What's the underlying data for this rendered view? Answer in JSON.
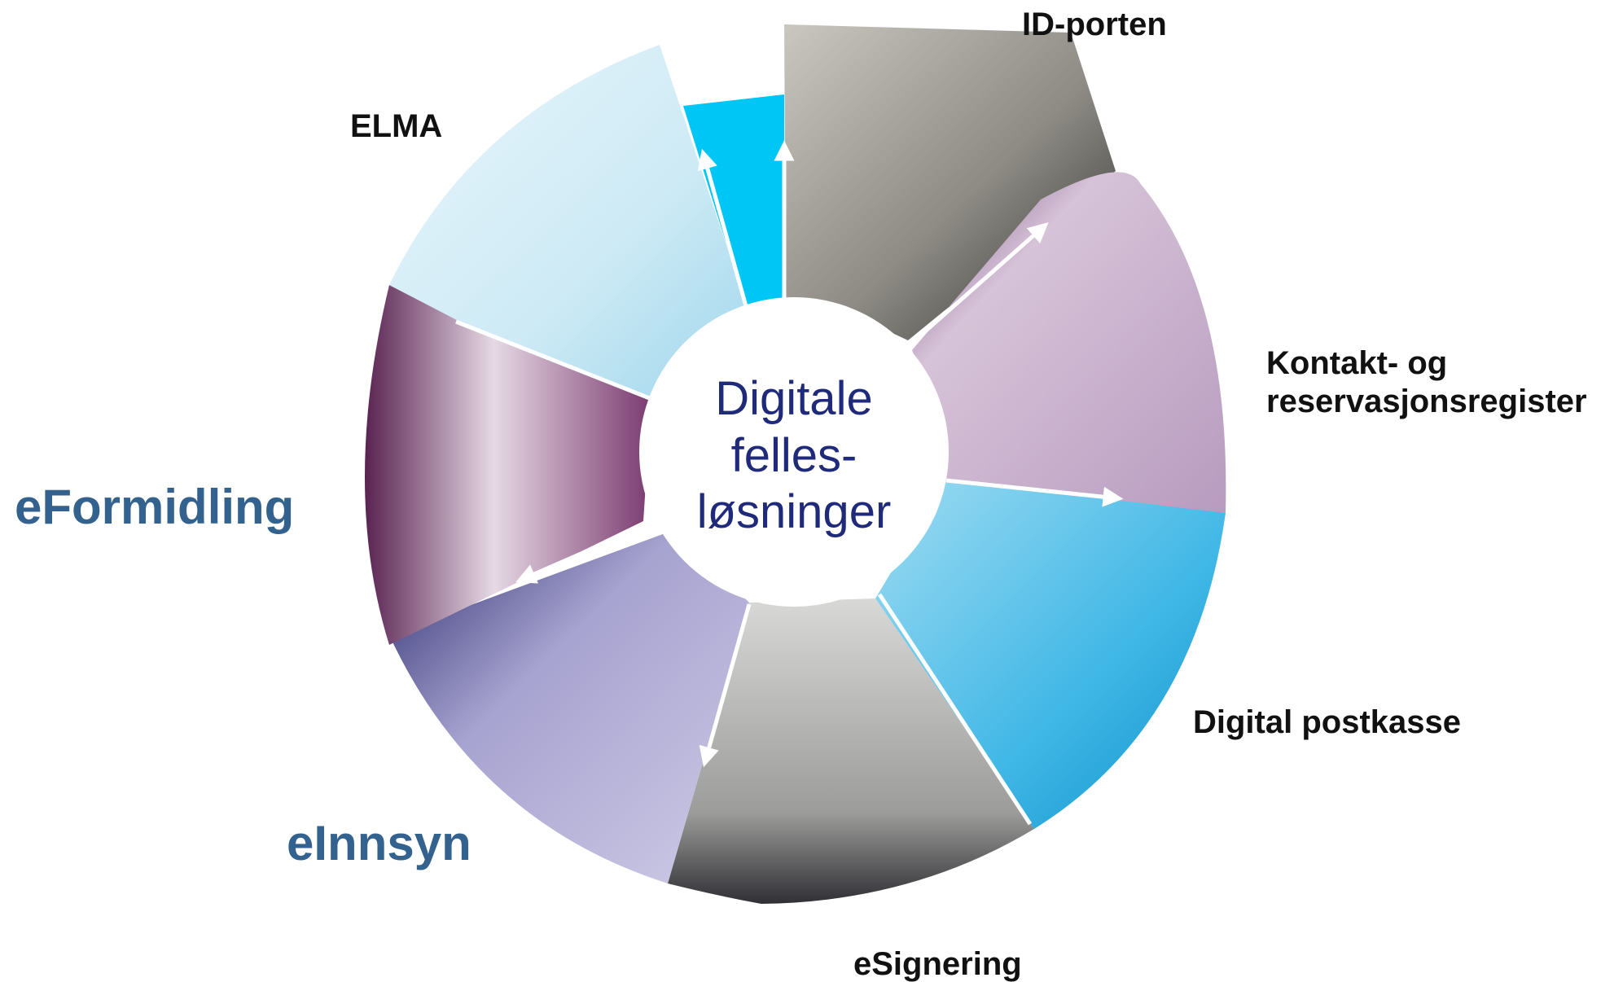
{
  "center": {
    "line1": "Digitale",
    "line2": "felles-",
    "line3": "løsninger"
  },
  "labels": {
    "idporten": "ID-porten",
    "elma": "ELMA",
    "krr_line1": "Kontakt- og",
    "krr_line2": "reservasjonsregister",
    "postkasse": "Digital postkasse",
    "esignering": "eSignering",
    "eformidling": "eFormidling",
    "einnsyn": "eInnsyn"
  },
  "colors": {
    "label_dark": "#111111",
    "label_blue": "#33628f",
    "center_text": "#1f2a7a",
    "accent_cyan": "#00c6f5",
    "idporten_tint": "#8f8f88",
    "krr_tint": "#cab3cf",
    "postkasse_tint": "#5fc3e8",
    "esignering_tint": "#3f3f45",
    "einnsyn_tint": "#a9a6cf",
    "eformidling_tint": "#6b2f63",
    "elma_tint": "#c9e9f5"
  },
  "segments": [
    "idporten-photo-segment",
    "krr-photo-segment",
    "postkasse-photo-segment",
    "esignering-photo-segment",
    "einnsyn-photo-segment",
    "eformidling-photo-segment",
    "elma-photo-segment",
    "cyan-accent-segment"
  ]
}
